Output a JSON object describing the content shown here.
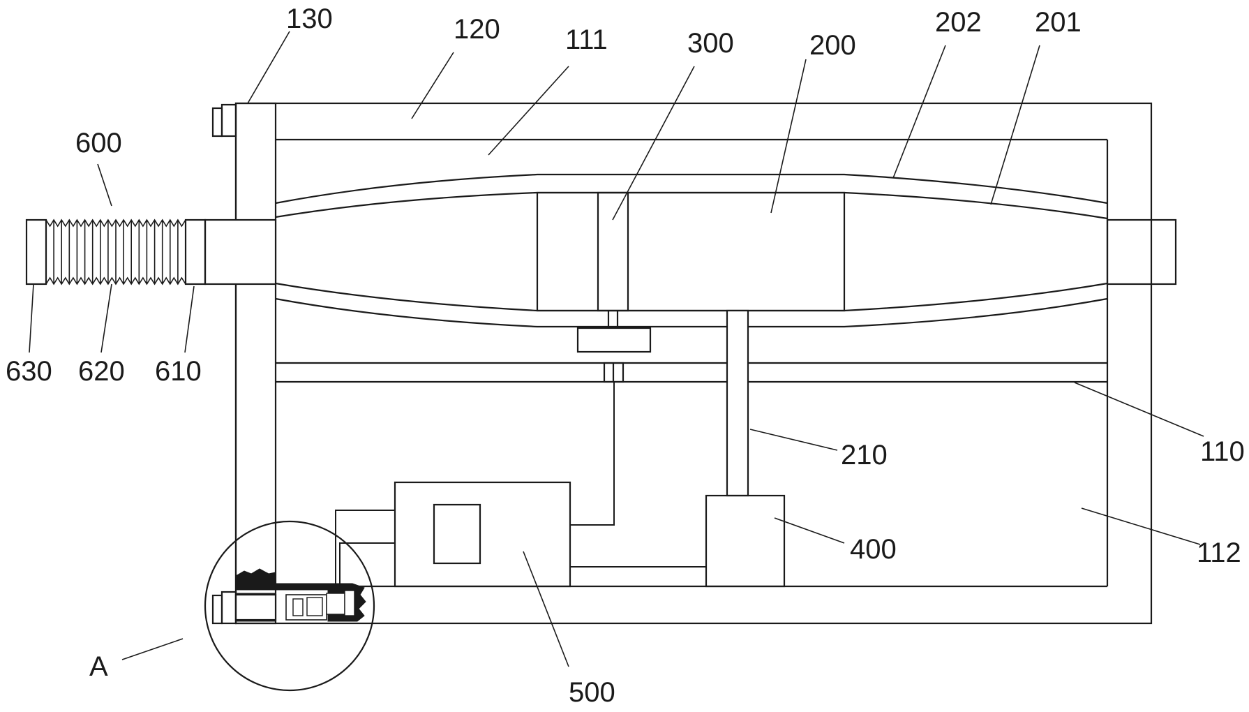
{
  "labels": {
    "l130": "130",
    "l120": "120",
    "l111": "111",
    "l300": "300",
    "l200": "200",
    "l202": "202",
    "l201": "201",
    "l600": "600",
    "l630": "630",
    "l620": "620",
    "l610": "610",
    "l110": "110",
    "l210": "210",
    "l112": "112",
    "l400": "400",
    "l500": "500",
    "lA": "A"
  }
}
